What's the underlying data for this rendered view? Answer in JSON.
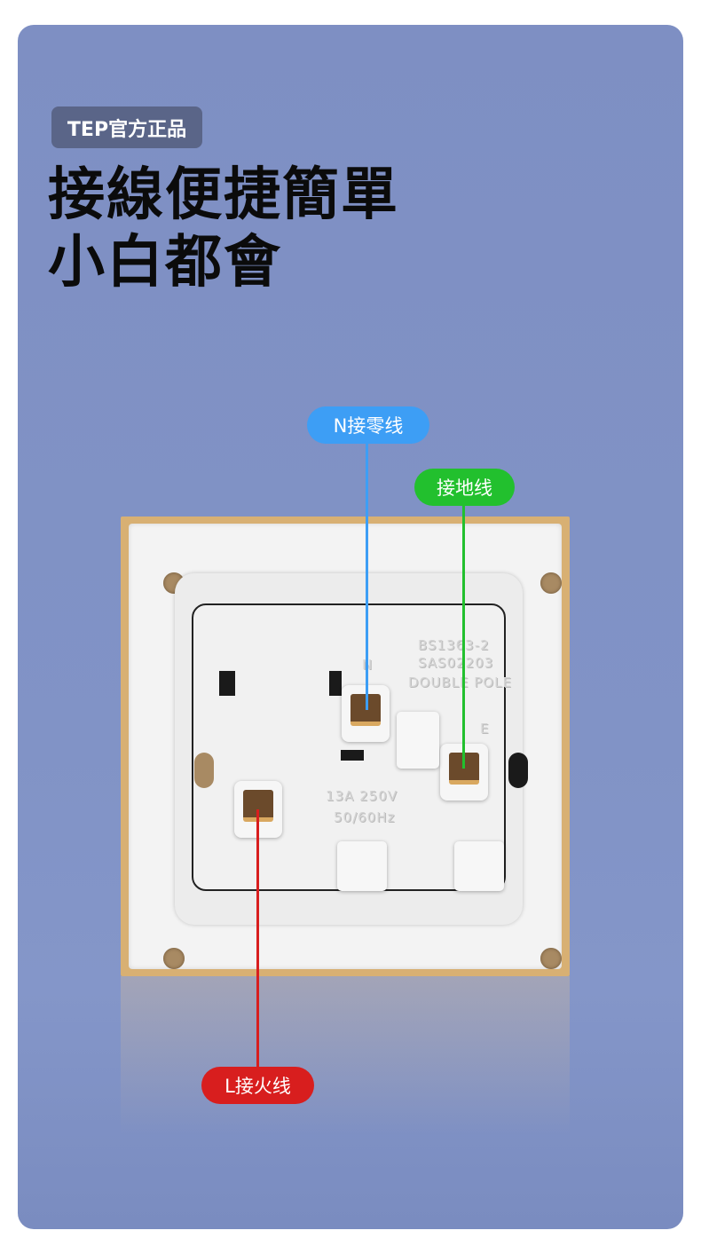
{
  "badge": "TEP官方正品",
  "headline": {
    "line1": "接線便捷簡單",
    "line2": "小白都會"
  },
  "labels": {
    "neutral": {
      "text": "N接零线",
      "color": "#3d9ef5"
    },
    "earth": {
      "text": "接地线",
      "color": "#22c02e"
    },
    "live": {
      "text": "L接火线",
      "color": "#d81e1e"
    }
  },
  "socket_markings": {
    "standard": "BS1363-2",
    "cert": "SAS02203",
    "pole": "DOUBLE POLE",
    "n": "N",
    "e": "E",
    "rating": "13A 250V",
    "freq": "50/60Hz"
  }
}
